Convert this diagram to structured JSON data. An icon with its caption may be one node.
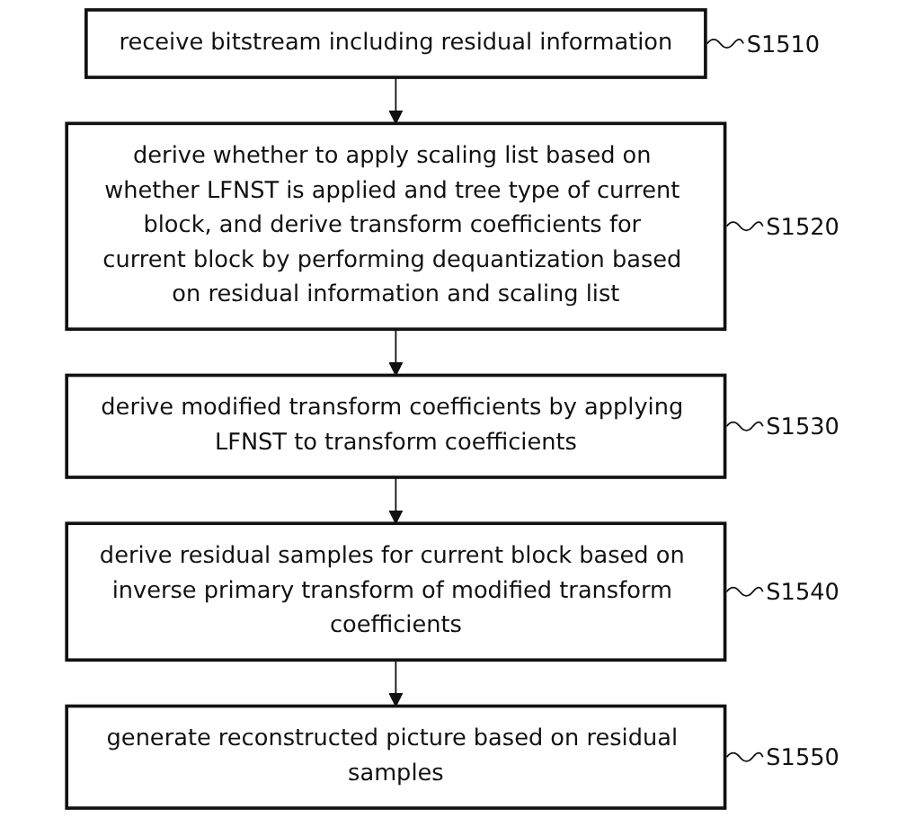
{
  "diagram": {
    "nodes": [
      {
        "text": [
          "receive bitstream including residual information"
        ]
      },
      {
        "text": [
          "S1510"
        ]
      },
      {
        "text": [
          "derive whether to apply scaling list based on whether LFNST is applied and tree type of current block, and derive transform coefficients for current block by performing dequantization based on residual information and scaling list"
        ]
      },
      {
        "text": [
          "S1520"
        ]
      },
      {
        "text": [
          "derive modified transform coefficients by applying LFNST to transform coefficients"
        ]
      },
      {
        "text": [
          "S1530"
        ]
      },
      {
        "text": [
          "derive residual samples for current block based on inverse primary transform of modified transform coefficients"
        ]
      },
      {
        "text": [
          "S1540"
        ]
      },
      {
        "text": [
          "generate reconstructed picture based on residual samples"
        ]
      },
      {
        "text": [
          "S1550"
        ]
      }
    ],
    "edges": [
      {
        "from": 0,
        "to": 2,
        "arrow": "to"
      },
      {
        "from": 2,
        "to": 4,
        "arrow": "to"
      },
      {
        "from": 4,
        "to": 6,
        "arrow": "to"
      },
      {
        "from": 6,
        "to": 8,
        "arrow": "to"
      },
      {
        "from": 1,
        "to": 0,
        "arrow": "none"
      },
      {
        "from": 3,
        "to": 2,
        "arrow": "none"
      },
      {
        "from": 5,
        "to": 4,
        "arrow": "none"
      },
      {
        "from": 7,
        "to": 6,
        "arrow": "none"
      },
      {
        "from": 9,
        "to": 8,
        "arrow": "none"
      }
    ]
  }
}
